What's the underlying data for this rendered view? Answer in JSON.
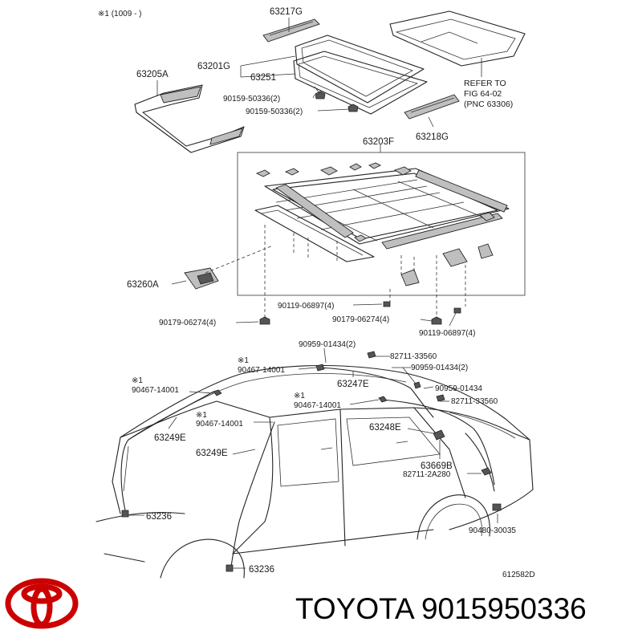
{
  "diagram": {
    "note": "※1 (1009 -      )",
    "labels": {
      "p63217G": "63217G",
      "p63205A": "63205A",
      "p63201G": "63201G",
      "p63251": "63251",
      "bolt1": "90159-50336(2)",
      "bolt2": "90159-50336(2)",
      "p63218G": "63218G",
      "refer1": "REFER TO",
      "refer2": "FIG 64-02",
      "refer3": "(PNC 63306)",
      "p63203F": "63203F",
      "p63260A": "63260A",
      "s90119a": "90119-06897(4)",
      "s90179a": "90179-06274(4)",
      "s90179b": "90179-06274(4)",
      "s90119b": "90119-06897(4)",
      "s90959a": "90959-01434(2)",
      "s82711a": "82711-33560",
      "mark1": "※1",
      "s90467a": "90467-14001",
      "s90959b": "90959-01434(2)",
      "p63247E": "63247E",
      "s90959c": "90959-01434",
      "mark2": "※1",
      "s90467b": "90467-14001",
      "mark3": "※1",
      "s90467c": "90467-14001",
      "s82711b": "82711-33560",
      "mark4": "※1",
      "s90467d": "90467-14001",
      "p63248E": "63248E",
      "p63249Ea": "63249E",
      "p63249Eb": "63249E",
      "p63669B": "63669B",
      "s82711c": "82711-2A280",
      "p63236a": "63236",
      "p63236b": "63236",
      "s90480": "90480-30035",
      "figno": "612582D"
    }
  },
  "brand": {
    "name": "TOYOTA 9015950336",
    "logo_color": "#cc0000"
  }
}
